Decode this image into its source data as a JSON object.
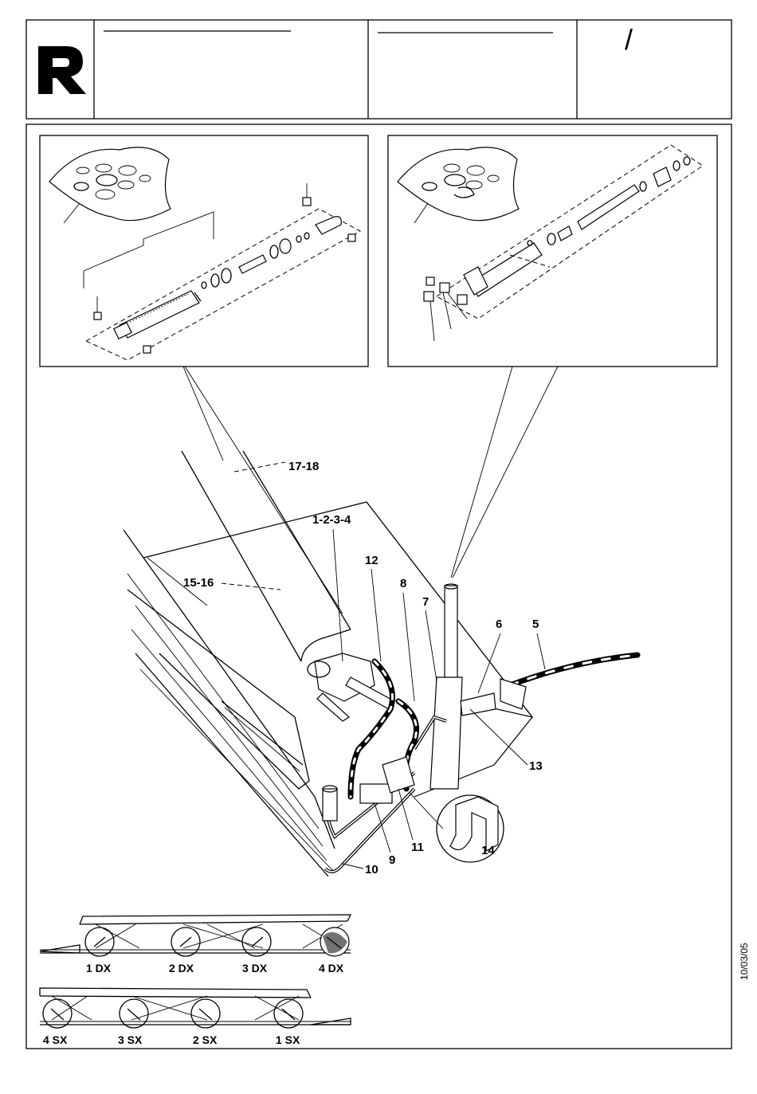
{
  "header": {
    "logo": "R",
    "slash": "/",
    "date": "10/03/05"
  },
  "callouts": {
    "c17_18": "17-18",
    "c1_2_3_4": "1-2-3-4",
    "c12": "12",
    "c15_16": "15-16",
    "c8": "8",
    "c7": "7",
    "c6": "6",
    "c5": "5",
    "c13": "13",
    "c14": "14",
    "c11": "11",
    "c9": "9",
    "c10": "10"
  },
  "positions_dx": [
    "1 DX",
    "2 DX",
    "3 DX",
    "4 DX"
  ],
  "positions_sx": [
    "4 SX",
    "3 SX",
    "2 SX",
    "1 SX"
  ],
  "colors": {
    "ink": "#000000",
    "paper": "#ffffff"
  }
}
